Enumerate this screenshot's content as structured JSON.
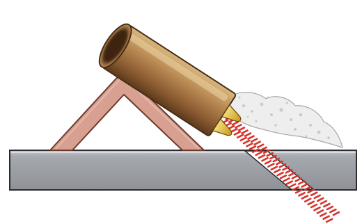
{
  "diagram": {
    "labels": [],
    "parts": [
      {
        "name": "cutting-torch",
        "icon": "torch-nozzle-icon"
      },
      {
        "name": "angle-bracket",
        "icon": "angle-iron-icon"
      },
      {
        "name": "base-plate",
        "icon": "steel-plate-icon"
      },
      {
        "name": "spark-stream",
        "icon": "spark-trail-icon"
      },
      {
        "name": "smoke-cloud",
        "icon": "smoke-icon"
      }
    ],
    "colors": {
      "torch_light": "#d9b77f",
      "torch_mid": "#9a6b3d",
      "torch_dark": "#5b3a1d",
      "torch_rim_inner": "#3e2410",
      "nozzle_tip": "#e4c23e",
      "bracket_fill": "#d8a090",
      "bracket_stroke": "#6b3a2c",
      "plate_fill": "#9d9fa6",
      "plate_top": "#c7c9cf",
      "plate_stroke": "#2b2b2e",
      "sparks": "#d6332b",
      "smoke": "#cfcfcf"
    }
  }
}
